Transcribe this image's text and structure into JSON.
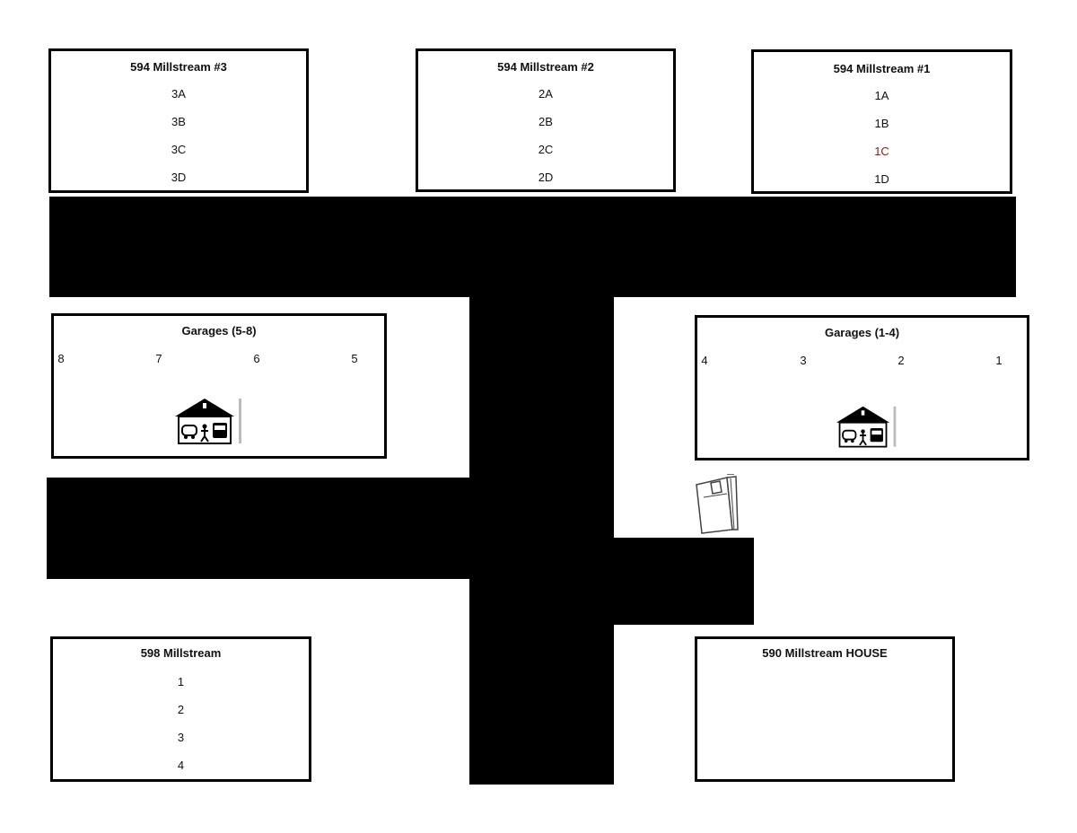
{
  "buildings": {
    "b3": {
      "title": "594 Millstream #3",
      "units": [
        "3A",
        "3B",
        "3C",
        "3D"
      ]
    },
    "b2": {
      "title": "594 Millstream #2",
      "units": [
        "2A",
        "2B",
        "2C",
        "2D"
      ]
    },
    "b1": {
      "title": "594 Millstream #1",
      "units": [
        "1A",
        "1B",
        "1C",
        "1D"
      ],
      "highlight_unit": "1C",
      "highlight_color": "#8b1a1a"
    },
    "b598": {
      "title": "598 Millstream",
      "units": [
        "1",
        "2",
        "3",
        "4"
      ]
    },
    "b590": {
      "title": "590 Millstream HOUSE"
    }
  },
  "garages": {
    "left": {
      "title": "Garages (5-8)",
      "numbers": [
        "8",
        "7",
        "6",
        "5"
      ]
    },
    "right": {
      "title": "Garages (1-4)",
      "numbers": [
        "4",
        "3",
        "2",
        "1"
      ]
    }
  },
  "icons": {
    "garage": "garage-icon",
    "dumpster": "dumpster-icon"
  },
  "colors": {
    "road": "#000000",
    "border": "#000000",
    "background": "#ffffff"
  }
}
